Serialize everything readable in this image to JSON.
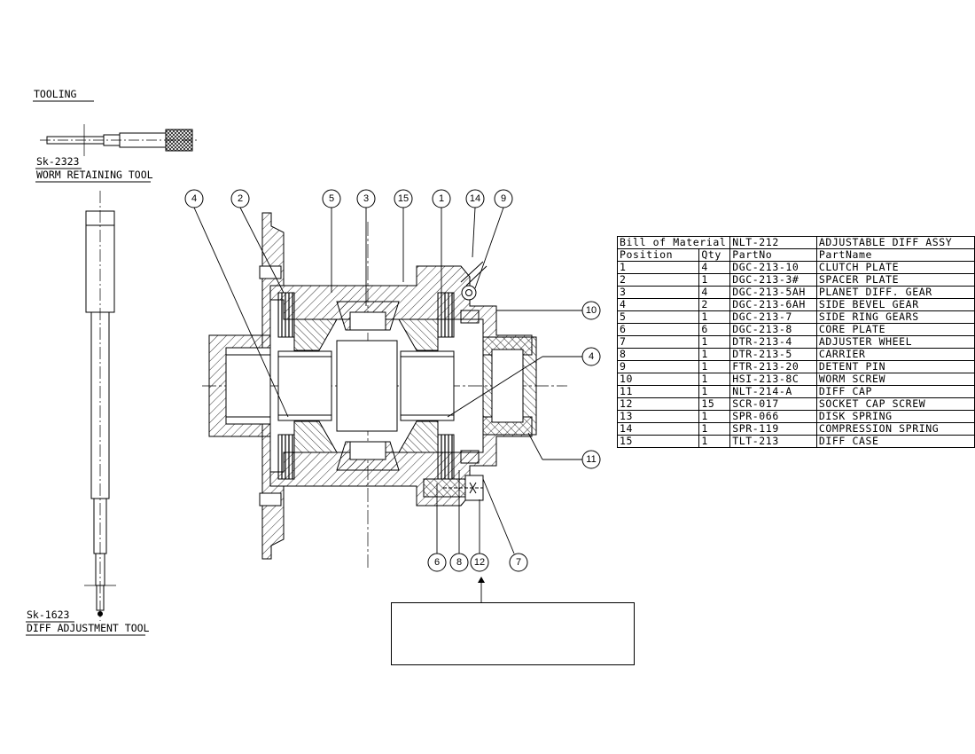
{
  "tooling": {
    "heading": "TOOLING",
    "worm_tool": {
      "part": "Sk-2323",
      "name": "WORM RETAINING TOOL"
    },
    "diff_tool": {
      "part": "Sk-1623",
      "name": "DIFF ADJUSTMENT TOOL"
    }
  },
  "balloons": {
    "top": [
      "4",
      "2",
      "5",
      "3",
      "15",
      "1",
      "14",
      "9"
    ],
    "right": [
      "10",
      "4",
      "11"
    ],
    "bottom": [
      "6",
      "8",
      "12",
      "7"
    ]
  },
  "bom": {
    "header": [
      "Bill of Material",
      "NLT-212",
      "ADJUSTABLE DIFF ASSY"
    ],
    "columns": [
      "Position",
      "Qty",
      "PartNo",
      "PartName"
    ],
    "rows": [
      [
        "1",
        "4",
        "DGC-213-10",
        "CLUTCH PLATE"
      ],
      [
        "2",
        "1",
        "DGC-213-3#",
        "SPACER PLATE"
      ],
      [
        "3",
        "4",
        "DGC-213-5AH",
        "PLANET DIFF. GEAR"
      ],
      [
        "4",
        "2",
        "DGC-213-6AH",
        "SIDE BEVEL GEAR"
      ],
      [
        "5",
        "1",
        "DGC-213-7",
        "SIDE RING GEARS"
      ],
      [
        "6",
        "6",
        "DGC-213-8",
        "CORE PLATE"
      ],
      [
        "7",
        "1",
        "DTR-213-4",
        "ADJUSTER WHEEL"
      ],
      [
        "8",
        "1",
        "DTR-213-5",
        "CARRIER"
      ],
      [
        "9",
        "1",
        "FTR-213-20",
        "DETENT PIN"
      ],
      [
        "10",
        "1",
        "HSI-213-8C",
        "WORM SCREW"
      ],
      [
        "11",
        "1",
        "NLT-214-A",
        "DIFF CAP"
      ],
      [
        "12",
        "15",
        "SCR-017",
        "SOCKET CAP SCREW"
      ],
      [
        "13",
        "1",
        "SPR-066",
        "DISK SPRING"
      ],
      [
        "14",
        "1",
        "SPR-119",
        "COMPRESSION SPRING"
      ],
      [
        "15",
        "1",
        "TLT-213",
        "DIFF CASE"
      ]
    ]
  },
  "note_box": {
    "text": ""
  }
}
